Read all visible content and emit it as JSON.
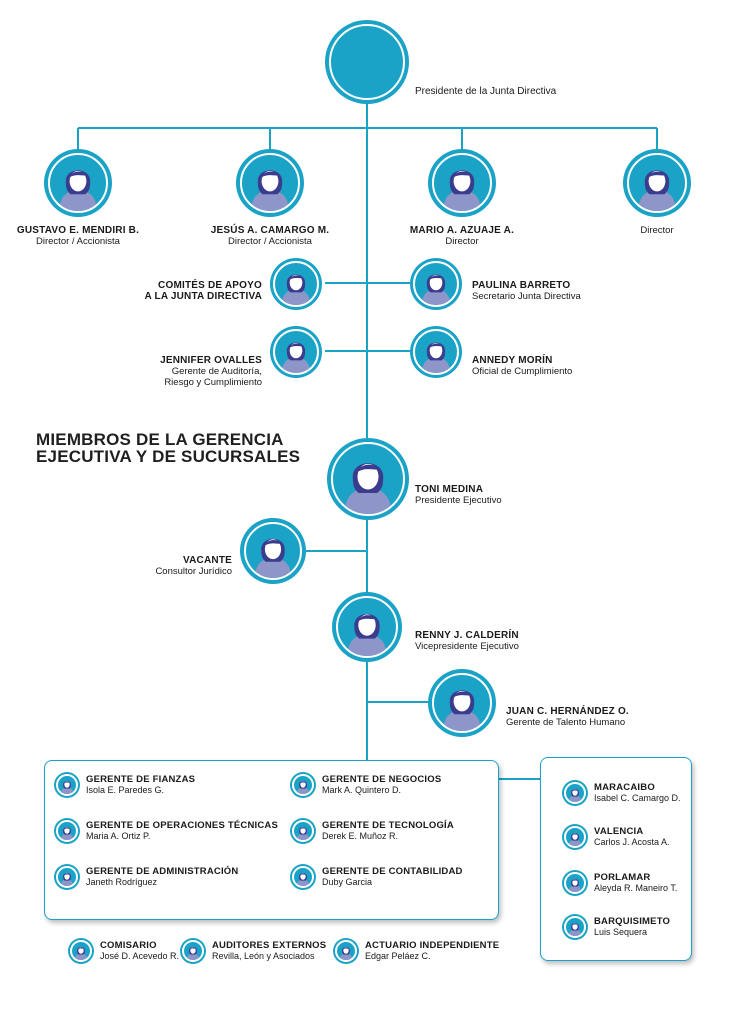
{
  "president": {
    "title": "Presidente de la Junta Directiva"
  },
  "board": [
    {
      "name": "GUSTAVO E. MENDIRI B.",
      "role": "Director / Accionista"
    },
    {
      "name": "JESÚS A. CAMARGO M.",
      "role": "Director / Accionista"
    },
    {
      "name": "MARIO A. AZUAJE A.",
      "role": "Director"
    },
    {
      "name": "",
      "role": "Director"
    }
  ],
  "committees": {
    "left1": {
      "name_line1": "COMITÉS DE APOYO",
      "name_line2": "A LA JUNTA DIRECTIVA"
    },
    "right1": {
      "name": "PAULINA BARRETO",
      "role": "Secretario Junta Directiva"
    },
    "left2": {
      "name": "JENNIFER OVALLES",
      "role_line1": "Gerente de Auditoría,",
      "role_line2": "Riesgo y Cumplimiento"
    },
    "right2": {
      "name": "ANNEDY MORÍN",
      "role": "Oficial de Cumplimiento"
    }
  },
  "section_title_line1": "MIEMBROS DE LA GERENCIA",
  "section_title_line2": "EJECUTIVA Y DE SUCURSALES",
  "executive": {
    "ceo": {
      "name": "TONI MEDINA",
      "role": "Presidente Ejecutivo"
    },
    "legal": {
      "name": "VACANTE",
      "role": "Consultor Jurídico"
    },
    "vp": {
      "name": "RENNY J. CALDERÍN",
      "role": "Vicepresidente Ejecutivo"
    },
    "hr": {
      "name": "JUAN C. HERNÁNDEZ O.",
      "role": "Gerente de Talento Humano"
    }
  },
  "managers": [
    {
      "title": "GERENTE DE FIANZAS",
      "name": "Isola E. Paredes G."
    },
    {
      "title": "GERENTE DE NEGOCIOS",
      "name": "Mark A. Quintero D."
    },
    {
      "title": "GERENTE DE OPERACIONES TÉCNICAS",
      "name": "Maria A. Ortiz P."
    },
    {
      "title": "GERENTE DE TECNOLOGÍA",
      "name": "Derek E. Muñoz R."
    },
    {
      "title": "GERENTE DE ADMINISTRACIÓN",
      "name": "Janeth Rodríguez"
    },
    {
      "title": "GERENTE DE CONTABILIDAD",
      "name": "Duby Garcia"
    }
  ],
  "branches": [
    {
      "city": "MARACAIBO",
      "name": "Isabel C. Camargo D."
    },
    {
      "city": "VALENCIA",
      "name": "Carlos J. Acosta A."
    },
    {
      "city": "PORLAMAR",
      "name": "Aleyda R. Maneiro T."
    },
    {
      "city": "BARQUISIMETO",
      "name": "Luis Sequera"
    }
  ],
  "external": [
    {
      "title": "COMISARIO",
      "name": "José D. Acevedo R."
    },
    {
      "title": "AUDITORES EXTERNOS",
      "name": "Revilla, León y Asociados"
    },
    {
      "title": "ACTUARIO INDEPENDIENTE",
      "name": "Edgar Peláez C."
    }
  ],
  "colors": {
    "accent": "#1aa3c6",
    "avatar_body": "#8e95c8",
    "avatar_hair": "#3b3c8e"
  }
}
